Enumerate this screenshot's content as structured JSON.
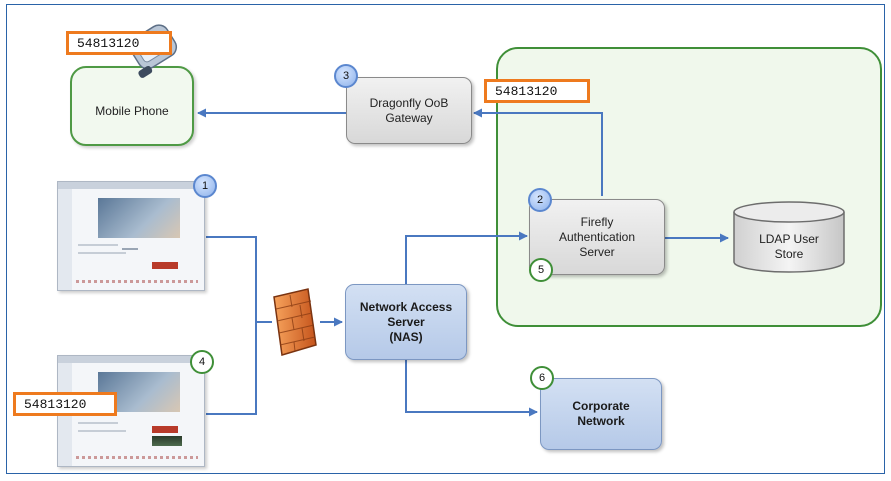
{
  "nodes": {
    "mobile_phone": "Mobile Phone",
    "gateway_line1": "Dragonfly OoB",
    "gateway_line2": "Gateway",
    "auth_line1": "Firefly",
    "auth_line2": "Authentication",
    "auth_line3": "Server",
    "ldap_line1": "LDAP User",
    "ldap_line2": "Store",
    "nas_line1": "Network Access",
    "nas_line2": "Server",
    "nas_line3": "(NAS)",
    "corp_line1": "Corporate",
    "corp_line2": "Network"
  },
  "otp_codes": {
    "phone": "54813120",
    "gateway": "54813120",
    "user": "54813120"
  },
  "steps": {
    "s1": "1",
    "s2": "2",
    "s3": "3",
    "s4": "4",
    "s5": "5",
    "s6": "6"
  },
  "colors": {
    "arrow": "#4a78c0",
    "otp_border": "#ee7a1e",
    "region_border": "#3f8f38",
    "frame": "#2a63a8"
  },
  "icons": {
    "phone": "flip-phone-icon",
    "firewall": "firewall-icon",
    "database": "database-icon",
    "screenshot": "login-page-screenshot"
  }
}
